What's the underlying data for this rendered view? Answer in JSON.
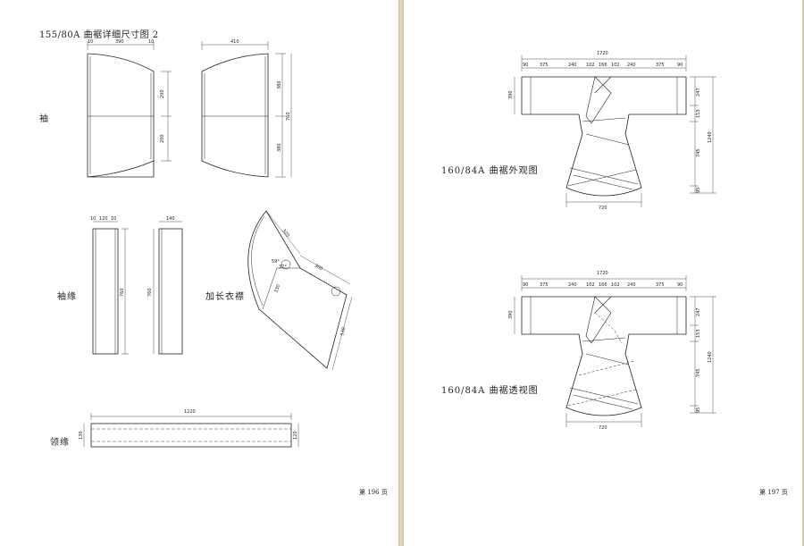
{
  "left_page": {
    "title": "155/80A 曲裾详细尺寸图 2",
    "labels": {
      "sleeve": "袖",
      "cuff": "袖缘",
      "extended_lapel": "加长衣襟",
      "collar": "领缘"
    },
    "dims": {
      "sleeve1_top": [
        "10",
        "390",
        "10"
      ],
      "sleeve1_right": [
        "200",
        "200"
      ],
      "sleeve2_top": "410",
      "sleeve2_right": [
        "380",
        "380"
      ],
      "sleeve2_total": "760",
      "cuff1_top": [
        "10",
        "120",
        "10"
      ],
      "cuff1_height": "760",
      "cuff2_top": "140",
      "cuff2_height": "760",
      "lapel_top": "320",
      "lapel_mid": "300",
      "lapel_inner": "330",
      "lapel_side": "530",
      "lapel_angle1": "59°",
      "lapel_angle2": "32°",
      "collar_length": "1220",
      "collar_left": "130",
      "collar_right": "120"
    },
    "page_number": "第 196 页"
  },
  "right_page": {
    "caption_outer": "160/84A 曲裾外观图",
    "caption_xray": "160/84A 曲裾透视图",
    "dims": {
      "total_width": "1720",
      "segments": [
        "90",
        "375",
        "240",
        "102",
        "166",
        "102",
        "240",
        "375",
        "90"
      ],
      "sleeve_height": "390",
      "right_stack": [
        "247",
        "153",
        "745",
        "95"
      ],
      "total_height": "1240",
      "hem_width": "720"
    },
    "page_number": "第 197 页"
  },
  "colors": {
    "background": "#d8ccb0",
    "page": "#ffffff",
    "line": "#222222"
  }
}
